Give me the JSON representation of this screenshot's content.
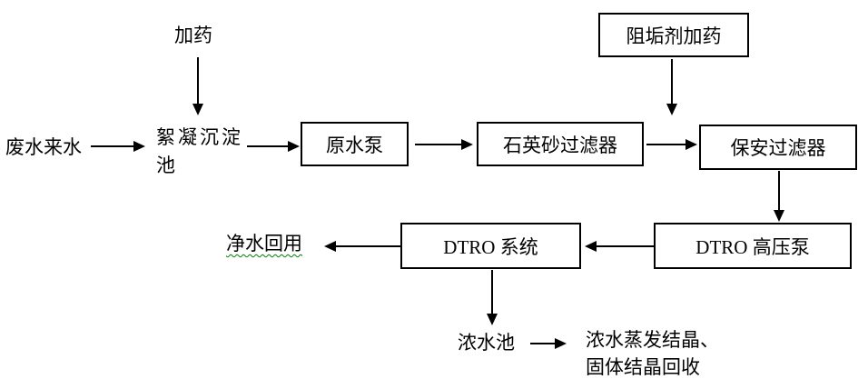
{
  "diagram": {
    "type": "process-flow",
    "background": "#ffffff",
    "nodes": {
      "dosing": {
        "label": "加药",
        "shape": "text"
      },
      "wastewater_inlet": {
        "label": "废水来水",
        "shape": "text"
      },
      "flocculation_tank": {
        "label": "絮凝沉淀池",
        "line1": "絮凝沉淀",
        "line2": "池",
        "shape": "text"
      },
      "raw_water_pump": {
        "label": "原水泵",
        "shape": "box"
      },
      "quartz_sand_filter": {
        "label": "石英砂过滤器",
        "shape": "box"
      },
      "antiscalant_dosing": {
        "label": "阻垢剂加药",
        "shape": "box"
      },
      "security_filter": {
        "label": "保安过滤器",
        "shape": "box"
      },
      "dtro_high_pressure_pump": {
        "label": "DTRO 高压泵",
        "shape": "box"
      },
      "dtro_system": {
        "label": "DTRO 系统",
        "shape": "box"
      },
      "clean_water_reuse": {
        "label": "净水回用",
        "shape": "text",
        "underline": "green-wavy"
      },
      "concentrate_tank": {
        "label": "浓水池",
        "shape": "text"
      },
      "concentrate_disposal": {
        "label": "浓水蒸发结晶、固体结晶回收",
        "line1": "浓水蒸发结晶、",
        "line2": "固体结晶回收",
        "shape": "text"
      }
    },
    "edges": [
      {
        "from": "dosing",
        "to": "flocculation_tank",
        "direction": "down"
      },
      {
        "from": "wastewater_inlet",
        "to": "flocculation_tank",
        "direction": "right"
      },
      {
        "from": "flocculation_tank",
        "to": "raw_water_pump",
        "direction": "right"
      },
      {
        "from": "raw_water_pump",
        "to": "quartz_sand_filter",
        "direction": "right"
      },
      {
        "from": "quartz_sand_filter",
        "to": "security_filter",
        "direction": "right"
      },
      {
        "from": "antiscalant_dosing",
        "to": "security_filter",
        "direction": "down"
      },
      {
        "from": "security_filter",
        "to": "dtro_high_pressure_pump",
        "direction": "down"
      },
      {
        "from": "dtro_high_pressure_pump",
        "to": "dtro_system",
        "direction": "left"
      },
      {
        "from": "dtro_system",
        "to": "clean_water_reuse",
        "direction": "left"
      },
      {
        "from": "dtro_system",
        "to": "concentrate_tank",
        "direction": "down"
      },
      {
        "from": "concentrate_tank",
        "to": "concentrate_disposal",
        "direction": "right"
      }
    ],
    "colors": {
      "line": "#000000",
      "box_border": "#000000",
      "text": "#000000",
      "background": "#ffffff",
      "grammar_underline": "#008000"
    }
  }
}
